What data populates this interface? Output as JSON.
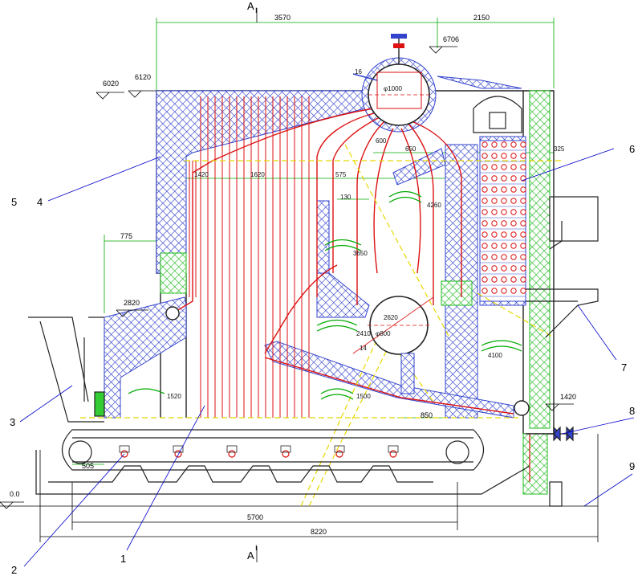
{
  "section_marks": {
    "top": "A",
    "top_sub": "I",
    "bottom": "A",
    "bottom_sub": "I"
  },
  "dimensions": {
    "top_left_span": "3570",
    "top_right_span": "2150",
    "drum_top_level": "6706",
    "roof_level": "6120",
    "roof_level_low": "6020",
    "grate_level": "2820",
    "width_775": "775",
    "grate_offset": "505",
    "floor_level": "0.0",
    "header_level": "1420",
    "width_850": "850",
    "span_5700": "5700",
    "span_8220": "8220",
    "drum_upper_dia": "φ1000",
    "drum_upper_tag": "16",
    "drum_lower_dia": "φ800",
    "drum_lower_tag": "14",
    "drum_lower_level": "2620",
    "inner_1420": "1420",
    "inner_1620": "1620",
    "inner_575": "575",
    "inner_650": "650",
    "inner_600": "600",
    "inner_325": "325",
    "inner_130": "130",
    "inner_4260": "4260",
    "inner_3650": "3650",
    "inner_2410": "2410",
    "inner_1520": "1520",
    "inner_1500": "1500",
    "inner_4100": "4100"
  },
  "callouts": [
    {
      "num": "1"
    },
    {
      "num": "2"
    },
    {
      "num": "3"
    },
    {
      "num": "4"
    },
    {
      "num": "5"
    },
    {
      "num": "6"
    },
    {
      "num": "7"
    },
    {
      "num": "8"
    },
    {
      "num": "9"
    }
  ],
  "colors": {
    "refractory": "#3344cc",
    "tube": "#dd1111",
    "dimension": "#00aa00",
    "centerline": "#e8d800",
    "green_fill": "#33cc33",
    "outline": "#222222"
  }
}
